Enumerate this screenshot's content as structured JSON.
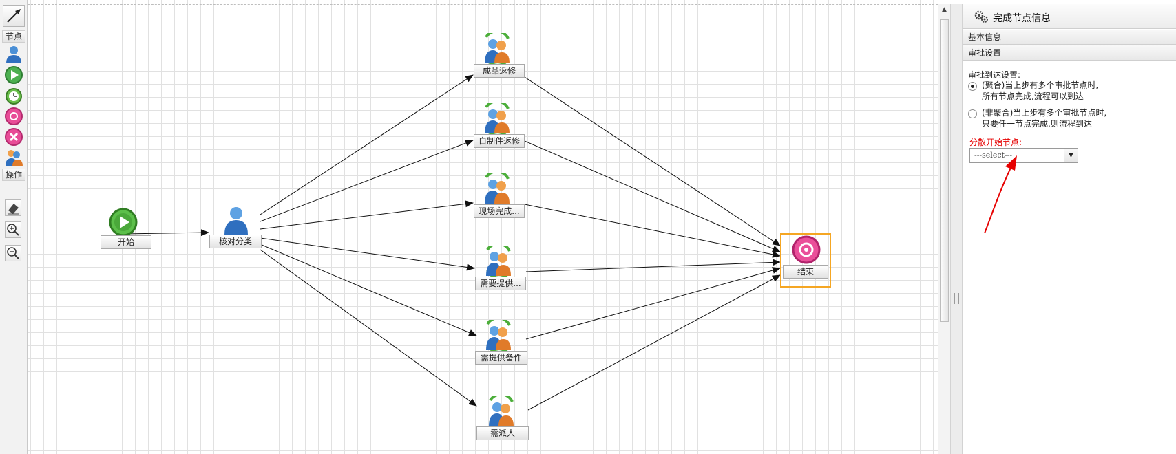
{
  "toolbox": {
    "nodes_section": "节点",
    "ops_section": "操作",
    "node_icons": [
      "user-node-icon",
      "start-node-icon",
      "timer-node-icon",
      "end-node-icon",
      "cancel-node-icon",
      "group-node-icon"
    ],
    "op_icons": [
      "eraser-icon",
      "zoom-in-icon",
      "zoom-out-icon"
    ]
  },
  "workflow": {
    "nodes": {
      "start": "开始",
      "check": "核对分类",
      "n1": "成品返修",
      "n2": "自制件返修",
      "n3": "现场完成...",
      "n4": "需要提供...",
      "n5": "需提供备件",
      "n6": "需派人",
      "end": "结束"
    }
  },
  "panel": {
    "title": "完成节点信息",
    "tabs": [
      "基本信息",
      "审批设置"
    ],
    "arrival_label": "审批到达设置:",
    "option1_line1": "(聚合)当上步有多个审批节点时,",
    "option1_line2": "所有节点完成,流程可以到达",
    "option2_line1": "(非聚合)当上步有多个审批节点时,",
    "option2_line2": "只要任一节点完成,则流程到达",
    "selected_option": "option1",
    "diverge_label": "分散开始节点:",
    "select_value": "---select---"
  },
  "colors": {
    "accent_orange": "#f5a623",
    "annotation_red": "#e60000",
    "diverge_label_red": "#e60000"
  }
}
